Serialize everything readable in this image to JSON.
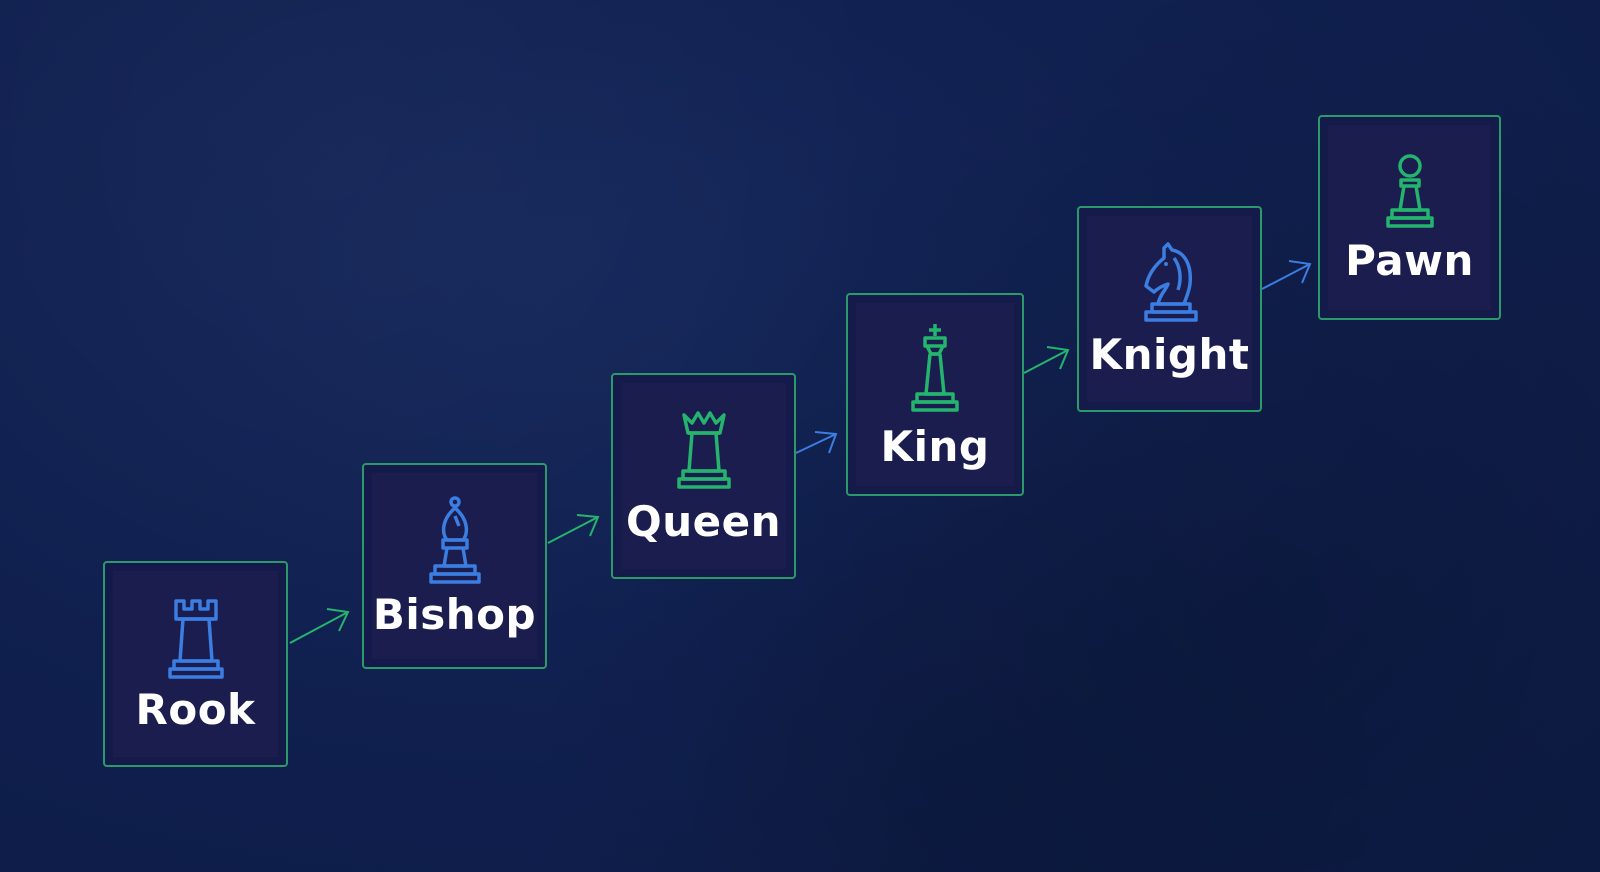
{
  "colors": {
    "background": "#102050",
    "card_border": "#2a9a6a",
    "card_fill": "#1a1d4e",
    "blue_accent": "#3b7de0",
    "green_accent": "#25b46e",
    "label": "#ffffff"
  },
  "pieces": [
    {
      "label": "Rook",
      "icon": "rook-icon",
      "color": "#3b7de0"
    },
    {
      "label": "Bishop",
      "icon": "bishop-icon",
      "color": "#3b7de0"
    },
    {
      "label": "Queen",
      "icon": "queen-icon",
      "color": "#25b46e"
    },
    {
      "label": "King",
      "icon": "king-icon",
      "color": "#25b46e"
    },
    {
      "label": "Knight",
      "icon": "knight-icon",
      "color": "#3b7de0"
    },
    {
      "label": "Pawn",
      "icon": "pawn-icon",
      "color": "#25b46e"
    }
  ],
  "connectors": [
    {
      "from": "Rook",
      "to": "Bishop",
      "color": "#25b46e"
    },
    {
      "from": "Bishop",
      "to": "Queen",
      "color": "#25b46e"
    },
    {
      "from": "Queen",
      "to": "King",
      "color": "#3b7de0"
    },
    {
      "from": "King",
      "to": "Knight",
      "color": "#25b46e"
    },
    {
      "from": "Knight",
      "to": "Pawn",
      "color": "#3b7de0"
    }
  ]
}
